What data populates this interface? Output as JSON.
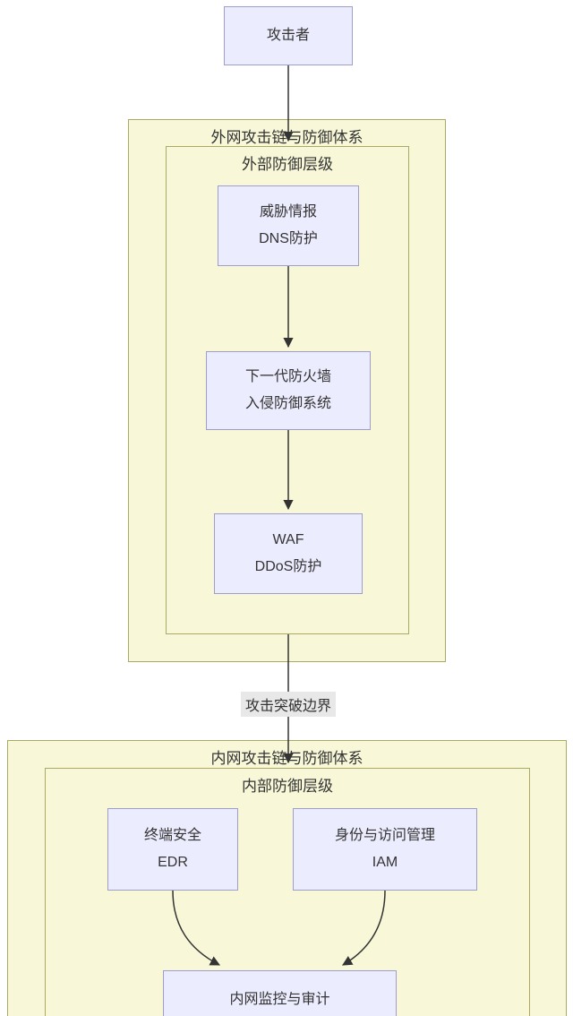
{
  "diagram": {
    "nodes": {
      "attacker": {
        "label": "攻击者"
      },
      "threat_intel": {
        "line1": "威胁情报",
        "line2": "DNS防护"
      },
      "ngfw": {
        "line1": "下一代防火墙",
        "line2": "入侵防御系统"
      },
      "waf": {
        "line1": "WAF",
        "line2": "DDoS防护"
      },
      "edr": {
        "line1": "终端安全",
        "line2": "EDR"
      },
      "iam": {
        "line1": "身份与访问管理",
        "line2": "IAM"
      },
      "monitor": {
        "label": "内网监控与审计"
      }
    },
    "clusters": {
      "external": {
        "title": "外网攻击链与防御体系"
      },
      "external_inner": {
        "title": "外部防御层级"
      },
      "internal": {
        "title": "内网攻击链与防御体系"
      },
      "internal_inner": {
        "title": "内部防御层级"
      }
    },
    "edges": {
      "breach_label": "攻击突破边界"
    },
    "colors": {
      "node_fill": "#ECECFF",
      "node_border": "#9d9dce",
      "cluster_fill": "#f8f8d9",
      "cluster_border": "#aaaa66",
      "edge": "#333333",
      "edge_label_bg": "#e8e8e8",
      "text": "#333333"
    }
  }
}
